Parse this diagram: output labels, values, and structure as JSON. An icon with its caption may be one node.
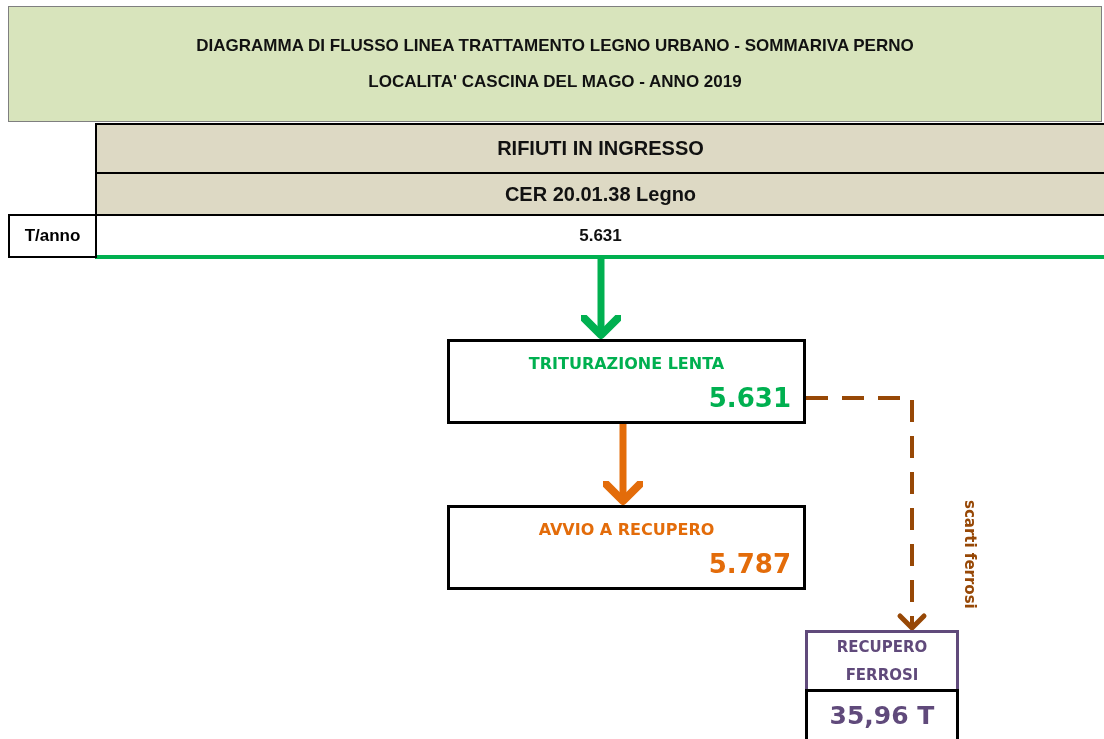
{
  "diagram": {
    "title": "DIAGRAMMA DI FLUSSO LINEA TRATTAMENTO LEGNO URBANO - SOMMARIVA PERNO LOCALITA' CASCINA DEL MAGO - ANNO 2019",
    "nodes": [
      {
        "text": [
          "RIFIUTI IN INGRESSO",
          "CER 20.01.38 Legno",
          "5.631"
        ],
        "beside": [
          "T/anno"
        ]
      },
      {
        "text": [
          "TRITURAZIONE LENTA",
          "5.631"
        ]
      },
      {
        "text": [
          "AVVIO A RECUPERO",
          "5.787"
        ]
      },
      {
        "text": [
          "RECUPERO FERROSI",
          "35,96 T"
        ]
      }
    ],
    "edges": [
      {
        "from": 0,
        "to": 1,
        "arrow": "to",
        "color": "#00b050"
      },
      {
        "from": 1,
        "to": 2,
        "arrow": "to",
        "color": "#e36c0a"
      },
      {
        "from": 1,
        "to": 3,
        "arrow": "to",
        "style": "dashed",
        "color": "#974806",
        "label": "scarti ferrosi"
      }
    ]
  }
}
